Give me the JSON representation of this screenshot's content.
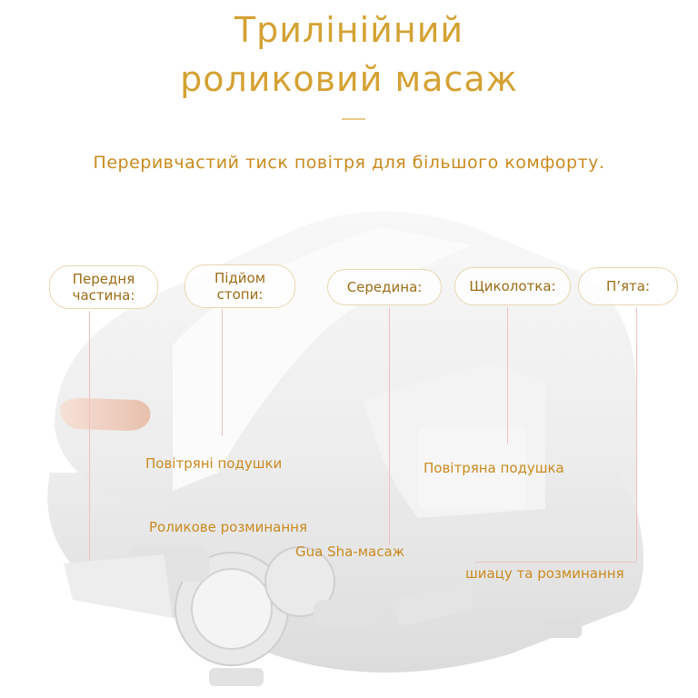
{
  "header": {
    "title_line1": "Трилінійний",
    "title_line2": "роликовий масаж",
    "subtitle": "Переривчастий тиск повітря для більшого комфорту."
  },
  "callouts": {
    "forefoot": "Передня частина:",
    "instep": "Підйом стопи:",
    "middle": "Середина:",
    "ankle": "Щиколотка:",
    "heel": "П’ята:"
  },
  "labels": {
    "airbags": "Повітряні подушки",
    "airbag": "Повітряна подушка",
    "roller_kneading": "Роликове розминання",
    "gua_sha": "Gua Sha-масаж",
    "shiatsu": "шиацу та розминання"
  },
  "colors": {
    "title": "#d4a233",
    "subtitle": "#c98a1e",
    "label": "#9c6c16",
    "callout_line": "#f0c0c0"
  }
}
